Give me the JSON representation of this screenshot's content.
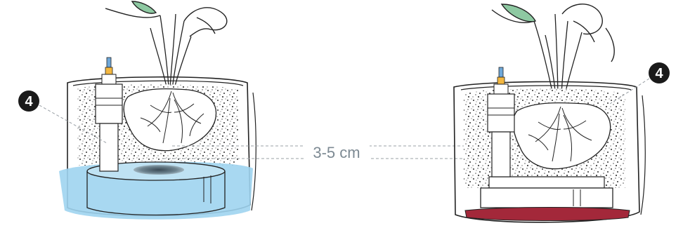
{
  "markers": {
    "left": "4",
    "right": "4"
  },
  "measurement": {
    "label": "3-5 cm"
  },
  "colors": {
    "water": "#9fd4ef",
    "reservoir_base_red": "#a3283a",
    "leaf_green": "#8ec9a2",
    "line_dark": "#222222",
    "dashed_gray": "#9aa0a6",
    "badge": "#1a1a1a",
    "sensor_tip": "#f4b740",
    "sensor_cap": "#6ea7d8"
  }
}
